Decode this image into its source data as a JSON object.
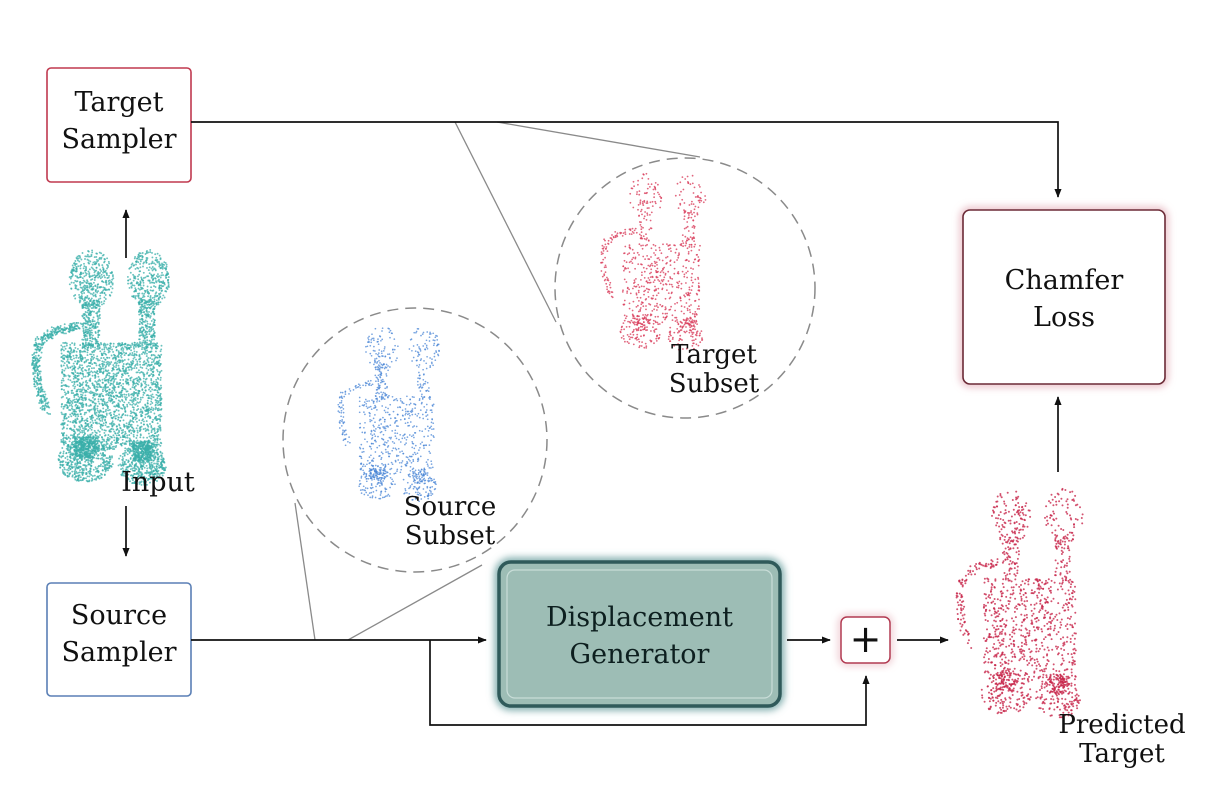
{
  "nodes": {
    "target_sampler": {
      "line1": "Target",
      "line2": "Sampler"
    },
    "source_sampler": {
      "line1": "Source",
      "line2": "Sampler"
    },
    "chamfer_loss": {
      "line1": "Chamfer",
      "line2": "Loss"
    },
    "displacement_generator": {
      "line1": "Displacement",
      "line2": "Generator"
    },
    "plus": {
      "symbol": "+"
    }
  },
  "labels": {
    "input": "Input",
    "target_subset": {
      "line1": "Target",
      "line2": "Subset"
    },
    "source_subset": {
      "line1": "Source",
      "line2": "Subset"
    },
    "predicted_target": {
      "line1": "Predicted",
      "line2": "Target"
    }
  },
  "colors": {
    "input_cloud": "#3aafa9",
    "source_cloud": "#4a86d6",
    "target_cloud": "#d9405e",
    "predicted_cloud": "#c8284c",
    "target_box_border": "#c0394f",
    "source_box_border": "#5a7fb5",
    "generator_fill": "#9dbdb5",
    "generator_border": "#2f5a5a",
    "arrow": "#111111",
    "dashed_circle": "#8a8a8a"
  }
}
